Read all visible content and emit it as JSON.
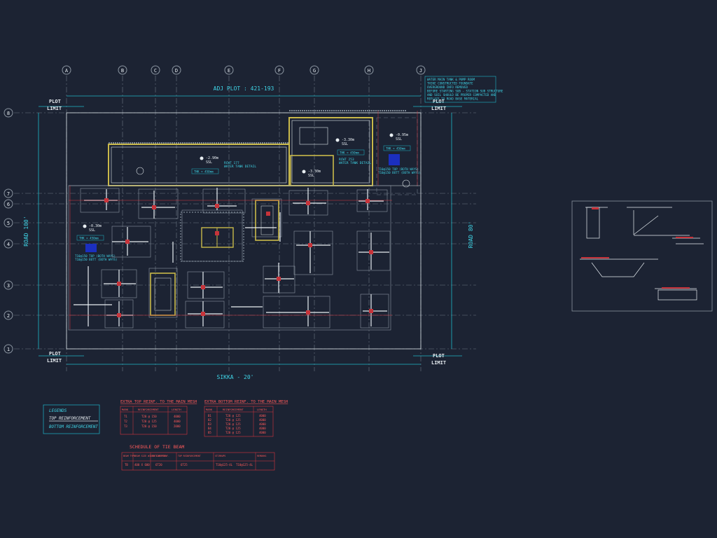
{
  "plan": {
    "top_label": "ADJ PLOT : 421-193",
    "bottom_label": "SIKKA - 20'",
    "left_label": "ROAD 100'",
    "right_label": "ROAD 80'",
    "plot_limit_line1": "PLOT",
    "plot_limit_line2": "LIMIT",
    "col_grid": [
      "A",
      "B",
      "C",
      "D",
      "E",
      "F",
      "G",
      "H",
      "J"
    ],
    "row_grid": [
      "8",
      "7",
      "6",
      "5",
      "4",
      "3",
      "2",
      "1"
    ],
    "notes": [
      "WATER MAIN TANK & PUMP ROOM",
      "THIKE CONSTRUCTED FOUNDATE",
      "OVERGROUND INFO REMOVED",
      "BEFORE STARTING SUB - STATION SUB STRUCTURE",
      "AND SOIL SHOULD BE PROPER COMPACTED AND",
      "REPLACE TO ROAD BASE MATERIAL"
    ],
    "levels": [
      {
        "label": "-2.90m",
        "sub": "SSL"
      },
      {
        "label": "-3.30m",
        "sub": "SSL"
      },
      {
        "label": "-0.95m",
        "sub": "SSL"
      },
      {
        "label": "-3.30m",
        "sub": "SSL"
      },
      {
        "label": "-0.30m",
        "sub": "SSL"
      }
    ],
    "tank_labels": [
      "RCWT 177",
      "WATER TANK DETAIL",
      "RCWT 253",
      "WATER TANK DETAIL"
    ],
    "thk_labels": [
      "THK = 450mm",
      "THK = 450mm",
      "THK = 450mm",
      "THK = 450mm"
    ],
    "reinf_note": [
      "T10@150 TOP (BOTH WAYS)",
      "T10@150 BOTT (BOTH WAYS)"
    ]
  },
  "legend": {
    "title": "LEGENDS",
    "top": "TOP REINFORCEMENT",
    "bottom": "BOTTOM REINFORCEMENT"
  },
  "table_top": {
    "title": "EXTRA TOP REINF. TO THE MAIN MESH",
    "headers": [
      "MARK",
      "REINFORCEMENT",
      "LENGTH"
    ],
    "rows": [
      [
        "T1",
        "T20 @ 150",
        "4000"
      ],
      [
        "T2",
        "T20 @ 125",
        "4000"
      ],
      [
        "T3",
        "T20 @ 150",
        "2000"
      ]
    ]
  },
  "table_bottom": {
    "title": "EXTRA BOTTOM REINF. TO THE MAIN MESH",
    "headers": [
      "MARK",
      "REINFORCEMENT",
      "LENGTH"
    ],
    "rows": [
      [
        "B1",
        "T20 @ 125",
        "4000"
      ],
      [
        "B2",
        "T20 @ 125",
        "4000"
      ],
      [
        "B3",
        "T20 @ 125",
        "4000"
      ],
      [
        "B4",
        "T20 @ 125",
        "4000"
      ],
      [
        "B5",
        "T20 @ 125",
        "4000"
      ]
    ]
  },
  "beam_schedule": {
    "title": "SCHEDULE OF TIE BEAM",
    "headers": [
      "BEAM TYPE",
      "BEAM SIZE WIDTH X DEPTH",
      "BOTTOM REINF.",
      "TOP REINFORCEMENT",
      "STIRRUPS",
      "REMARKS"
    ],
    "row": [
      "TB",
      "400 X 600",
      "6T20",
      "6T25",
      "T10@125-4L",
      "T10@125-4L"
    ]
  },
  "colors": {
    "background": "#1c2333",
    "cyan": "#3fd4e6",
    "red": "#d9363e",
    "white": "#e8eef2",
    "yellow": "#c9b94a",
    "blue": "#1b2fbf"
  }
}
